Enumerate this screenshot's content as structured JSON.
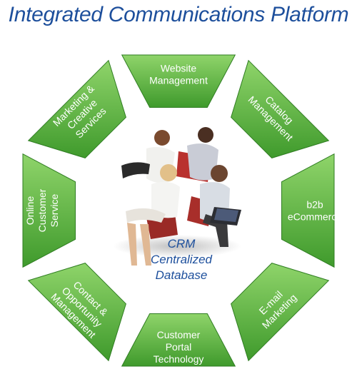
{
  "title": "Integrated Communications Platform",
  "colors": {
    "segment_light": "#8fd46a",
    "segment_dark": "#3f9a2c",
    "segment_stroke": "#2f7d22",
    "title": "#1d4f9c"
  },
  "center": {
    "image": "people-with-laptop-photo",
    "lines": [
      "CRM",
      "Centralized",
      "Database"
    ]
  },
  "segments": [
    {
      "id": "website-management",
      "lines": [
        "Website",
        "Management"
      ]
    },
    {
      "id": "catalog-management",
      "lines": [
        "Catalog",
        "Management"
      ]
    },
    {
      "id": "b2b-ecommerce",
      "lines": [
        "b2b",
        "eCommerce"
      ]
    },
    {
      "id": "email-marketing",
      "lines": [
        "E-mail",
        "Marketing"
      ]
    },
    {
      "id": "customer-portal-technology",
      "lines": [
        "Customer",
        "Portal",
        "Technology"
      ]
    },
    {
      "id": "contact-opportunity-management",
      "lines": [
        "Contact &",
        "Opportunity",
        "Management"
      ]
    },
    {
      "id": "online-customer-service",
      "lines": [
        "Online",
        "Customer",
        "Service"
      ]
    },
    {
      "id": "marketing-creative-services",
      "lines": [
        "Marketing &",
        "Creative",
        "Services"
      ]
    }
  ]
}
